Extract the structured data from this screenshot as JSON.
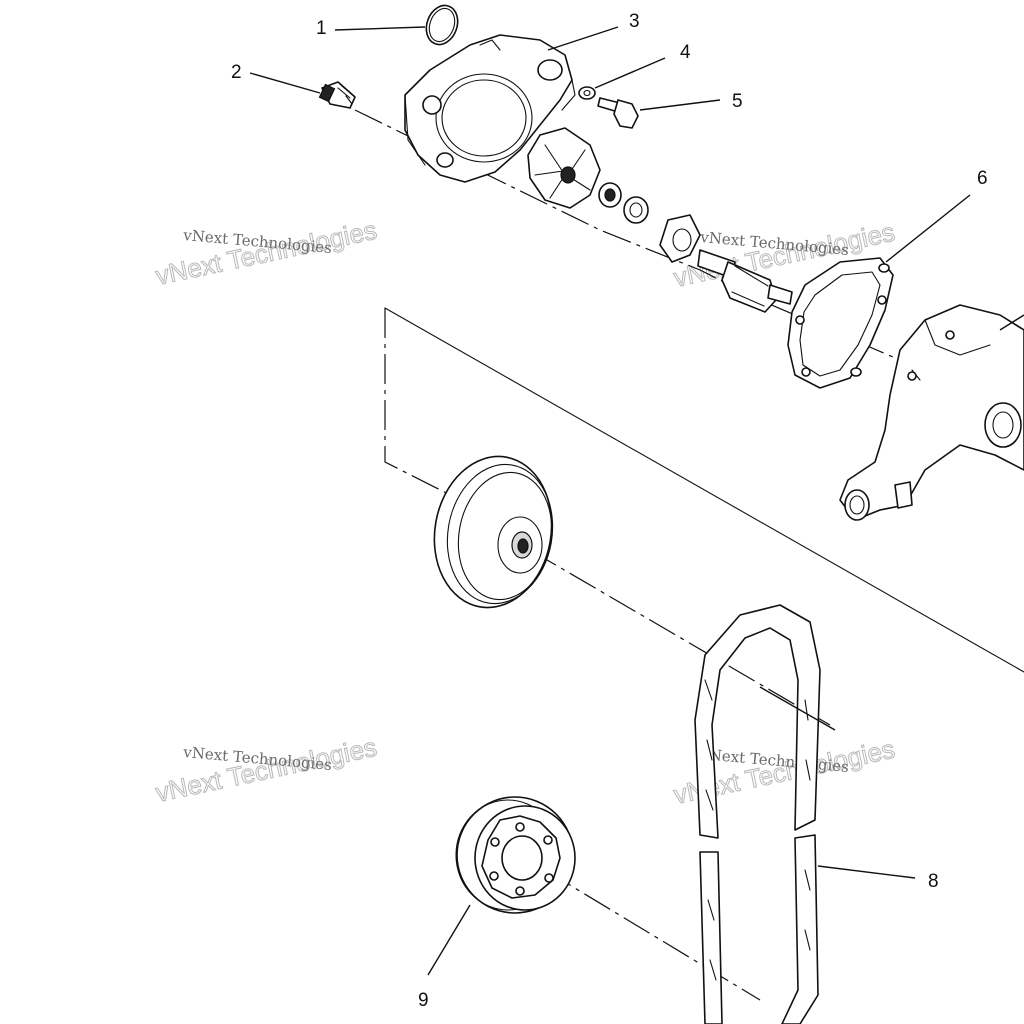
{
  "callouts": [
    {
      "id": "1",
      "text": "1"
    },
    {
      "id": "2",
      "text": "2"
    },
    {
      "id": "3",
      "text": "3"
    },
    {
      "id": "4",
      "text": "4"
    },
    {
      "id": "5",
      "text": "5"
    },
    {
      "id": "6",
      "text": "6"
    },
    {
      "id": "8",
      "text": "8"
    },
    {
      "id": "9",
      "text": "9"
    }
  ],
  "watermark": {
    "line1": "vNext Technologies",
    "line2": "vNext Technologies"
  }
}
